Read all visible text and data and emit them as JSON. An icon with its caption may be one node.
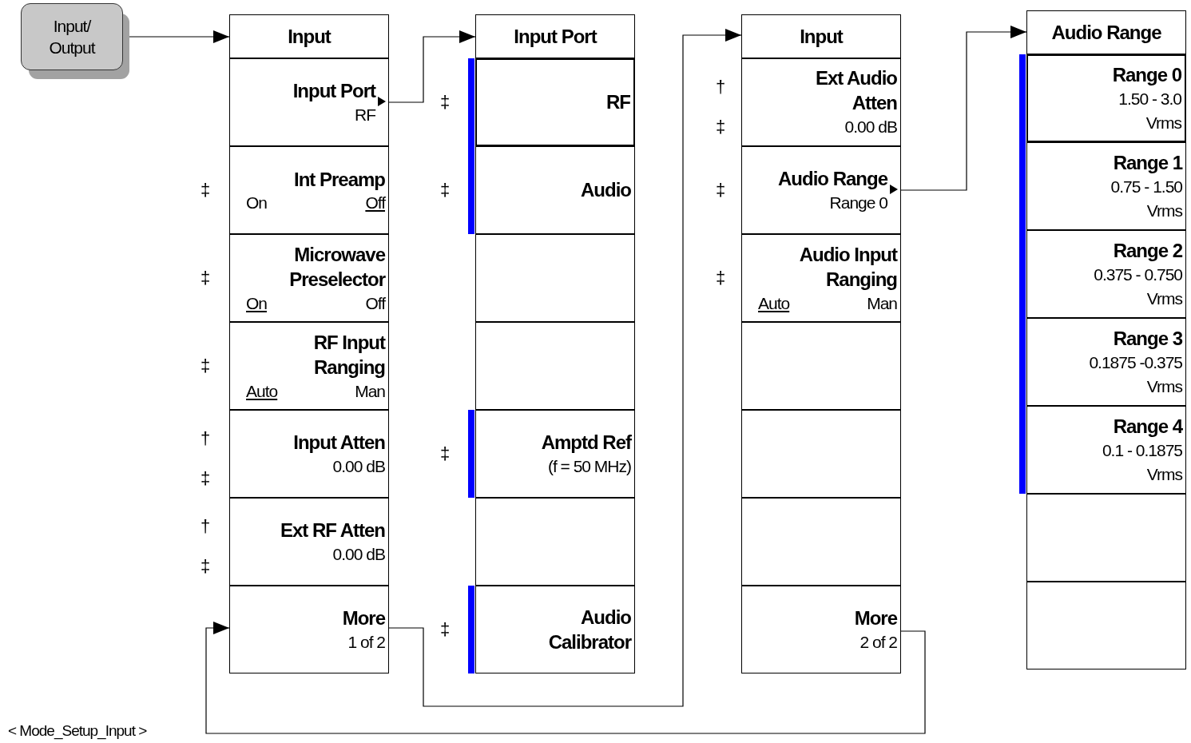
{
  "diagram": {
    "nodes": [
      {
        "text": [
          "Input/ Output"
        ]
      },
      {
        "text": [
          "Input"
        ]
      },
      {
        "text": [
          "Input Port",
          "RF"
        ]
      },
      {
        "text": [
          "Int Preamp",
          "On",
          "Off"
        ],
        "beside": [
          "‡"
        ]
      },
      {
        "text": [
          "Microwave Preselector",
          "On",
          "Off"
        ],
        "beside": [
          "‡"
        ]
      },
      {
        "text": [
          "RF Input Ranging",
          "Auto",
          "Man"
        ],
        "beside": [
          "‡"
        ]
      },
      {
        "text": [
          "Input Atten",
          "0.00 dB"
        ],
        "beside": [
          "†",
          "‡"
        ]
      },
      {
        "text": [
          "Ext RF Atten",
          "0.00 dB"
        ],
        "beside": [
          "†",
          "‡"
        ]
      },
      {
        "text": [
          "More",
          "1 of 2"
        ]
      },
      {
        "text": [
          "Input Port"
        ]
      },
      {
        "text": [
          "RF"
        ],
        "beside": [
          "‡"
        ]
      },
      {
        "text": [
          "Audio"
        ],
        "beside": [
          "‡"
        ]
      },
      {
        "text": [],
        "shape": "box"
      },
      {
        "text": [],
        "shape": "box"
      },
      {
        "text": [
          "Amptd Ref",
          "(f = 50 MHz)"
        ],
        "beside": [
          "‡"
        ]
      },
      {
        "text": [],
        "shape": "box"
      },
      {
        "text": [
          "Audio Calibrator"
        ],
        "beside": [
          "‡"
        ]
      },
      {
        "text": [
          "Input"
        ]
      },
      {
        "text": [
          "Ext Audio Atten",
          "0.00 dB"
        ],
        "beside": [
          "†",
          "‡"
        ]
      },
      {
        "text": [
          "Audio Range",
          "Range 0"
        ],
        "beside": [
          "‡"
        ]
      },
      {
        "text": [
          "Audio Input Ranging",
          "Auto",
          "Man"
        ],
        "beside": [
          "‡"
        ]
      },
      {
        "text": [],
        "shape": "box"
      },
      {
        "text": [],
        "shape": "box"
      },
      {
        "text": [],
        "shape": "box"
      },
      {
        "text": [
          "More",
          "2 of 2"
        ]
      },
      {
        "text": [
          "Audio Range"
        ]
      },
      {
        "text": [
          "Range 0",
          "1.50 - 3.0 Vrms"
        ]
      },
      {
        "text": [
          "Range 1",
          "0.75 - 1.50 Vrms"
        ]
      },
      {
        "text": [
          "Range 2",
          "0.375 - 0.750 Vrms"
        ]
      },
      {
        "text": [
          "Range 3",
          "0.1875 -0.375 Vrms"
        ]
      },
      {
        "text": [
          "Range 4",
          "0.1 - 0.1875 Vrms"
        ]
      },
      {
        "text": [],
        "shape": "box"
      },
      {
        "text": [],
        "shape": "box"
      }
    ],
    "edges": [
      {
        "from": 0,
        "to": 1,
        "arrow": "to"
      },
      {
        "from": 2,
        "to": 9,
        "arrow": "to"
      },
      {
        "from": 8,
        "to": 17,
        "arrow": "to"
      },
      {
        "from": 24,
        "to": 8,
        "arrow": "to"
      },
      {
        "from": 19,
        "to": 25,
        "arrow": "to"
      }
    ],
    "labels": [
      "< Mode_Setup_Input >"
    ]
  }
}
